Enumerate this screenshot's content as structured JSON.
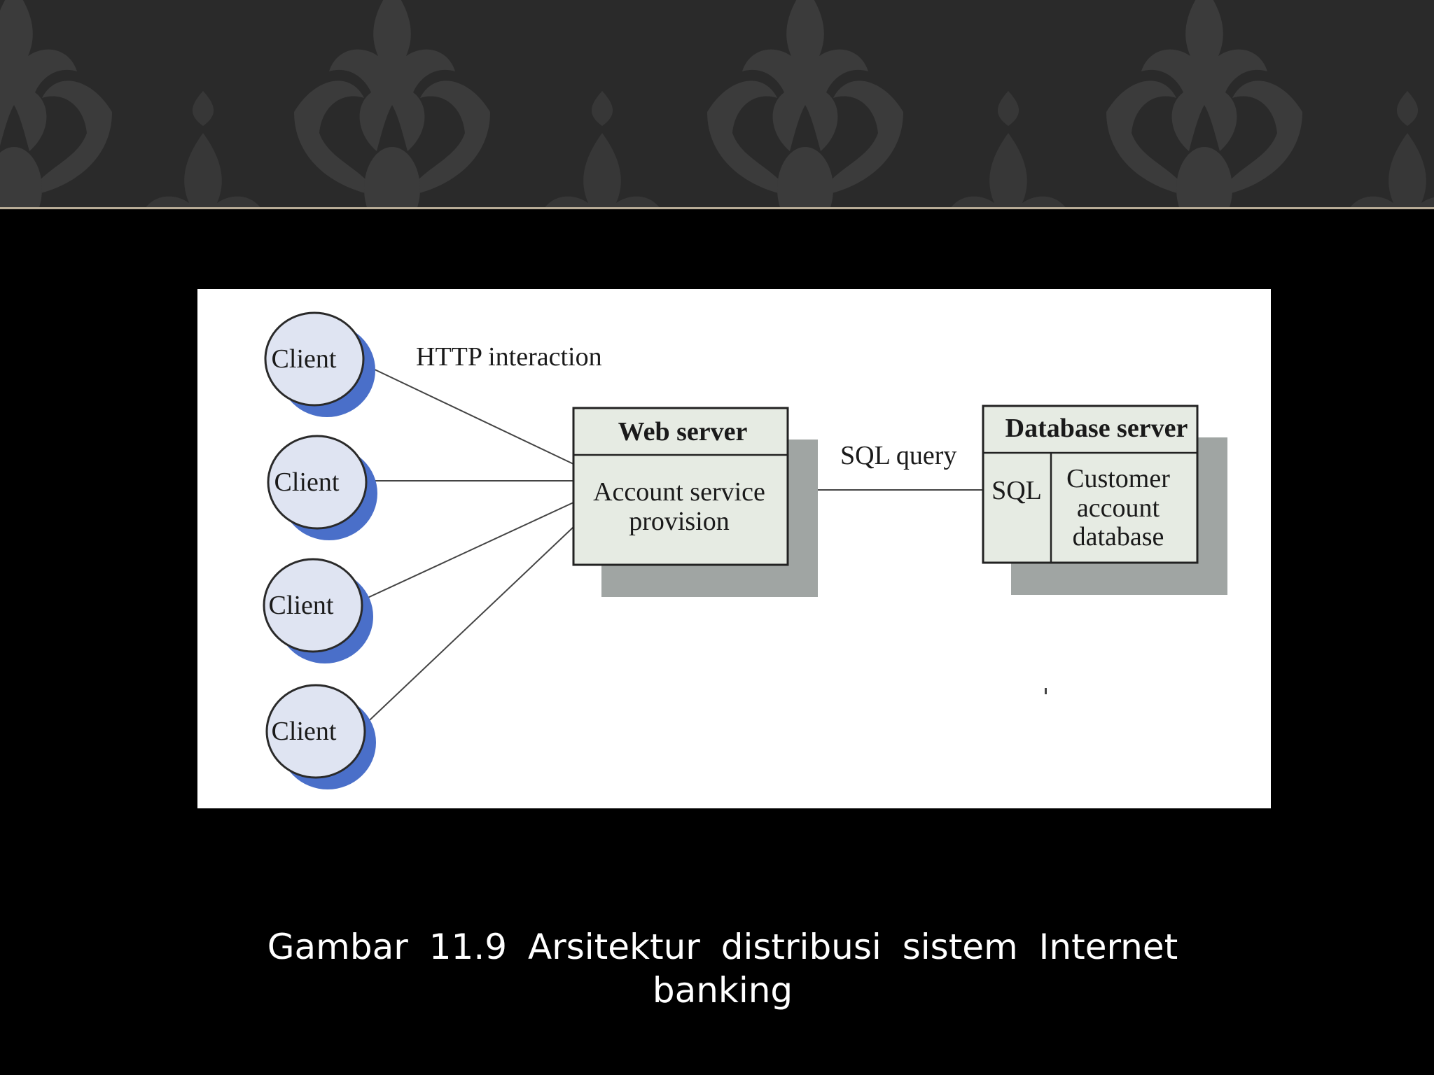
{
  "diagram": {
    "clients": [
      {
        "label": "Client"
      },
      {
        "label": "Client"
      },
      {
        "label": "Client"
      },
      {
        "label": "Client"
      }
    ],
    "http_label": "HTTP interaction",
    "web_server": {
      "title": "Web server",
      "body_lines": [
        "Account service",
        "provision"
      ]
    },
    "sql_query_label": "SQL query",
    "database_server": {
      "title": "Database server",
      "sql_label": "SQL",
      "db_lines": [
        "Customer",
        "account",
        "database"
      ]
    }
  },
  "caption": {
    "line1": "Gambar 11.9  Arsitektur  distribusi  sistem  Internet",
    "line2": "banking"
  },
  "colors": {
    "background": "#000000",
    "banner": "#2a2a2a",
    "banner_pattern": "#3b3b3b",
    "client_fill": "#dfe4f2",
    "client_shadow": "#4a6fc9",
    "box_fill": "#e6ebe3",
    "box_shadow": "#a0a5a3"
  },
  "icons": [
    "damask-pattern"
  ]
}
